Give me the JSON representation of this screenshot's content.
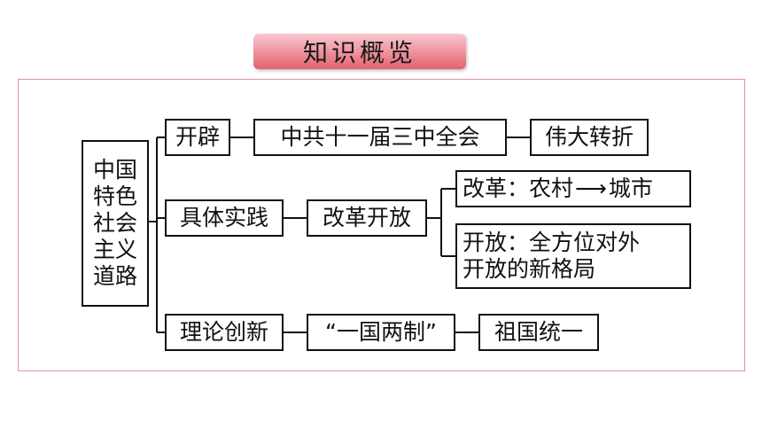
{
  "title": "知识概览",
  "root": [
    "中国",
    "特色",
    "社会",
    "主义",
    "道路"
  ],
  "branch1": {
    "label": "开辟",
    "mid": "中共十一届三中全会",
    "end": "伟大转折"
  },
  "branch2": {
    "label": "具体实践",
    "mid": "改革开放",
    "end1": {
      "text_a": "改革：农村",
      "arrow": "⟶",
      "text_b": "城市"
    },
    "end2": [
      "开放：全方位对外",
      "开放的新格局"
    ]
  },
  "branch3": {
    "label": "理论创新",
    "mid": "“一国两制”",
    "end": "祖国统一"
  }
}
